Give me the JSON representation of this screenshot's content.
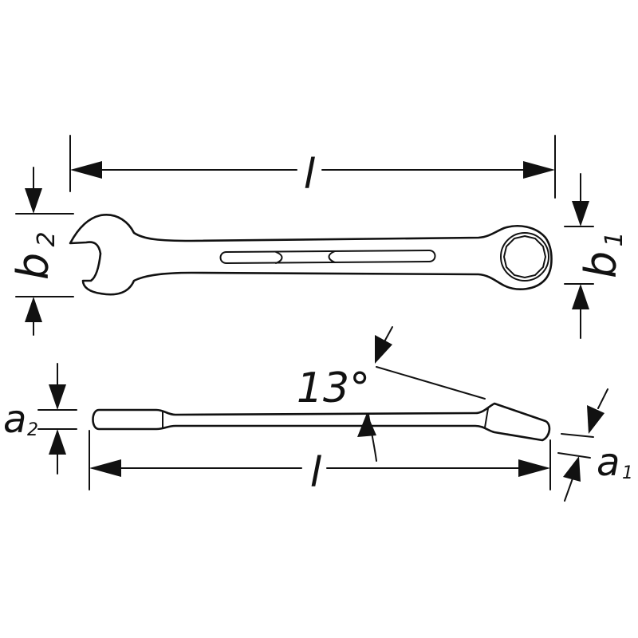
{
  "top_view": {
    "length_label": "l",
    "width_open_end_label": "b",
    "width_open_end_sub": "2",
    "width_ring_end_label": "b",
    "width_ring_end_sub": "1"
  },
  "side_view": {
    "length_label": "l",
    "thickness_open_end_label": "a",
    "thickness_open_end_sub": "2",
    "thickness_ring_end_label": "a",
    "thickness_ring_end_sub": "1",
    "offset_angle_label": "13°"
  },
  "colors": {
    "line": "#111111",
    "background": "#ffffff"
  }
}
